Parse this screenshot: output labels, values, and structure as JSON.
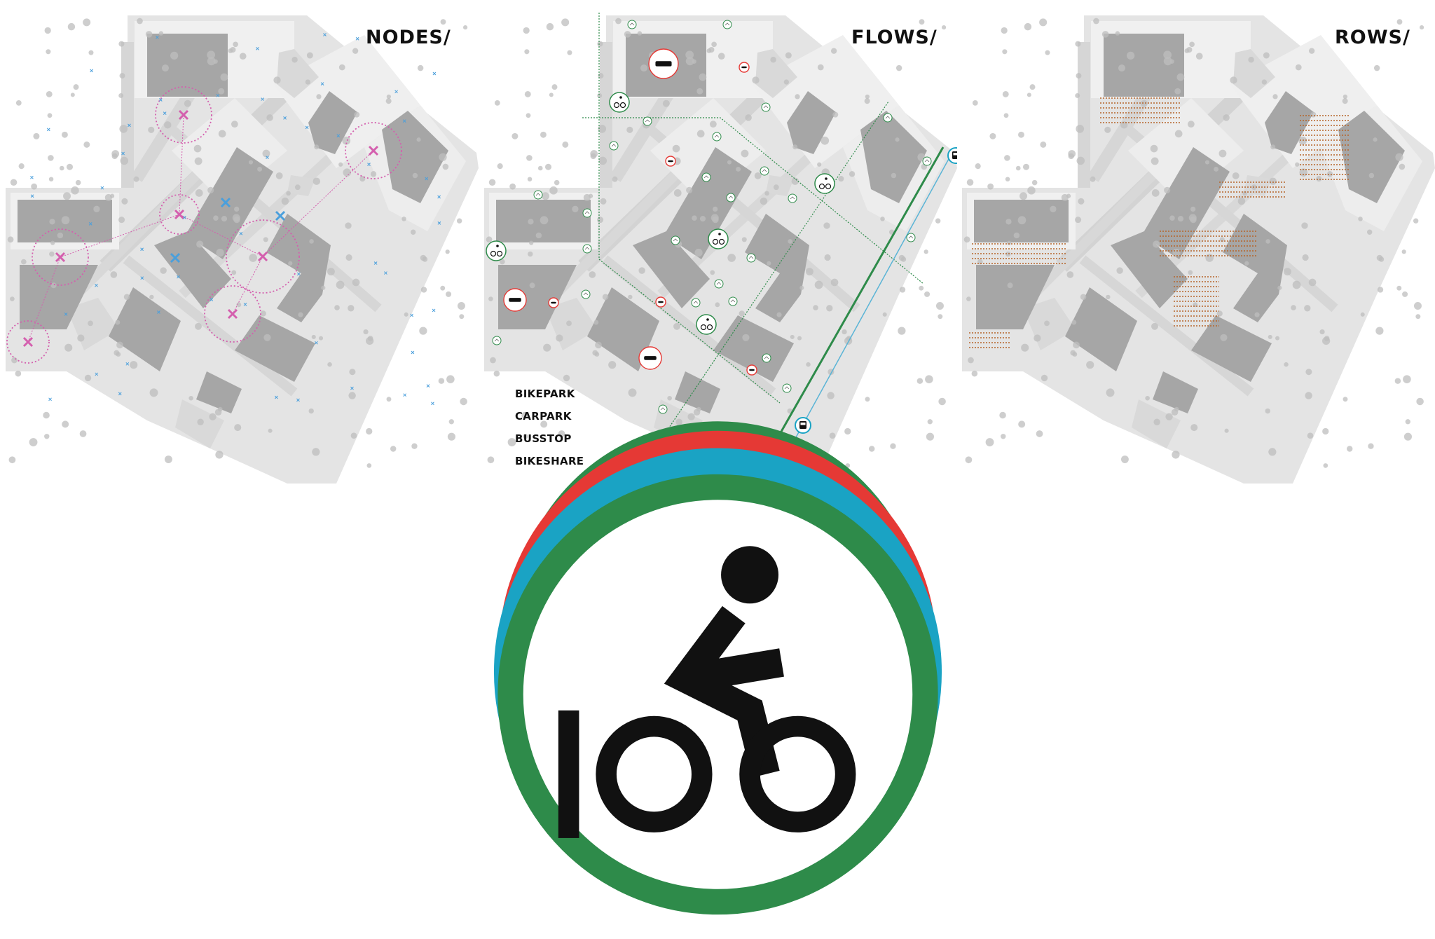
{
  "panels": {
    "nodes": {
      "title": "NODES/"
    },
    "flows": {
      "title": "FLOWS/"
    },
    "rows": {
      "title": "ROWS/"
    }
  },
  "legend": {
    "items": [
      {
        "icon": "bikepark-icon",
        "label": "BIKEPARK",
        "color": "#2e8b4a"
      },
      {
        "icon": "carpark-icon",
        "label": "CARPARK",
        "color": "#e53935"
      },
      {
        "icon": "busstop-icon",
        "label": "BUSSTOP",
        "color": "#1aa3c4"
      },
      {
        "icon": "bikeshare-icon",
        "label": "BIKESHARE",
        "color": "#2e8b4a"
      }
    ]
  },
  "colors": {
    "node_magenta": "#d45fae",
    "node_blue": "#4a9fdc",
    "bike_green": "#2e8b4a",
    "car_red": "#e53935",
    "bus_cyan": "#1aa3c4",
    "bus_line_blue": "#5ab4d6",
    "row_orange": "#b5652a"
  }
}
